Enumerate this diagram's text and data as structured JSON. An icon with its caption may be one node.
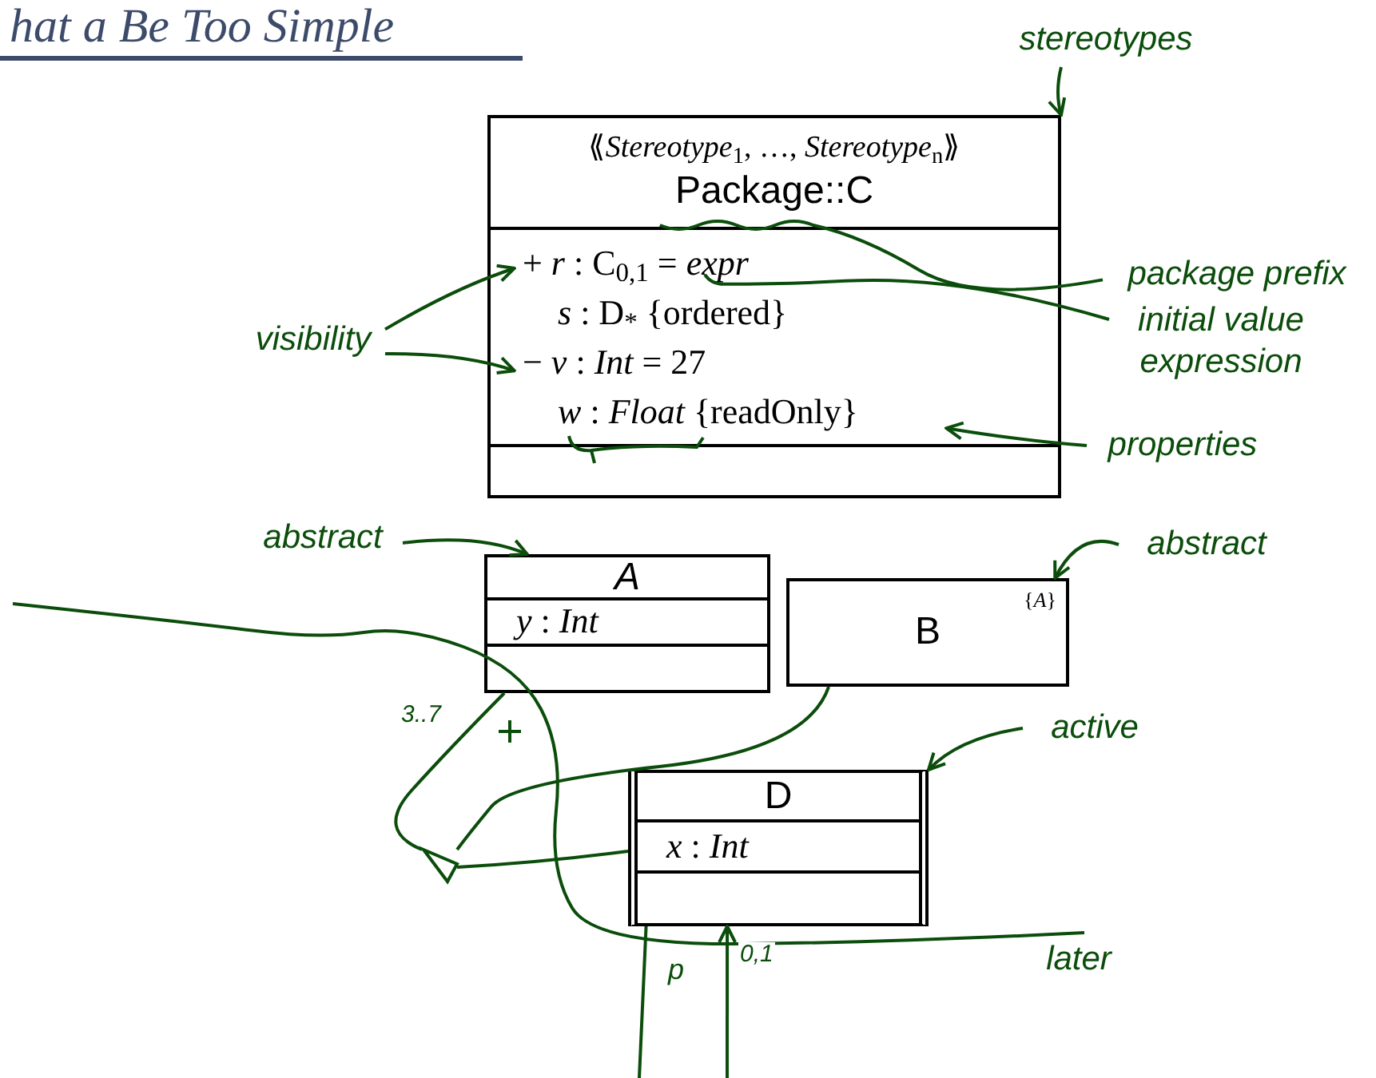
{
  "diagram": {
    "title": "hat a Be Too Simple",
    "nodes": [
      {
        "text": [
          "⟪*Stereotype*$_{1}$, …, *Stereotype*$_{n}$⟫",
          "Package::C",
          "+ *r* : C$_{0,1}$ = *expr*",
          "*s* : D$_{*}$ {ordered}",
          "− *v* : *Int* = 27",
          "*w* : *Float* {readOnly}"
        ]
      },
      {
        "text": [
          "A",
          "*y* : *Int*"
        ]
      },
      {
        "text": [
          "B",
          "{*A*}"
        ]
      },
      {
        "text": [
          "D",
          "*x* : *Int*"
        ]
      },
      {
        "text": [],
        "shape": "triangle"
      },
      {
        "text": [
          "stereotypes"
        ]
      },
      {
        "text": [
          "package prefix"
        ]
      },
      {
        "text": [
          "initial value expression"
        ]
      },
      {
        "text": [
          "visibility"
        ]
      },
      {
        "text": [
          "properties"
        ]
      },
      {
        "text": [
          "abstract"
        ]
      },
      {
        "text": [
          "abstract"
        ]
      },
      {
        "text": [
          "active"
        ]
      },
      {
        "text": [
          "later"
        ]
      }
    ],
    "edges": [
      {
        "from": 5,
        "to": 0,
        "arrow": "to",
        "color": "#0b4d0b"
      },
      {
        "from": 6,
        "to": 0,
        "arrow": "none",
        "color": "#0b4d0b"
      },
      {
        "from": 7,
        "to": 0,
        "arrow": "none",
        "color": "#0b4d0b"
      },
      {
        "from": 8,
        "to": 0,
        "arrow": "to",
        "color": "#0b4d0b"
      },
      {
        "from": 8,
        "to": 0,
        "arrow": "to",
        "color": "#0b4d0b"
      },
      {
        "from": 9,
        "to": 0,
        "arrow": "to",
        "color": "#0b4d0b"
      },
      {
        "from": 10,
        "to": 1,
        "arrow": "to",
        "color": "#0b4d0b"
      },
      {
        "from": 11,
        "to": 2,
        "arrow": "to",
        "color": "#0b4d0b"
      },
      {
        "from": 12,
        "to": 3,
        "arrow": "to",
        "color": "#0b4d0b"
      },
      {
        "from": 1,
        "to": 4,
        "arrow": "none",
        "label": "3..7",
        "color": "#0b4d0b"
      },
      {
        "from": 2,
        "to": 4,
        "arrow": "none",
        "color": "#0b4d0b"
      },
      {
        "from": 4,
        "to": 3,
        "arrow": "none",
        "color": "#0b4d0b"
      },
      {
        "from": null,
        "to": 13,
        "arrow": "none",
        "color": "#0b4d0b"
      },
      {
        "from": null,
        "to": 3,
        "arrow": "to",
        "label": "0,1",
        "color": "#0b4d0b"
      },
      {
        "from": 3,
        "to": null,
        "arrow": "none",
        "color": "#0b4d0b"
      }
    ],
    "labels": [
      "p"
    ]
  }
}
